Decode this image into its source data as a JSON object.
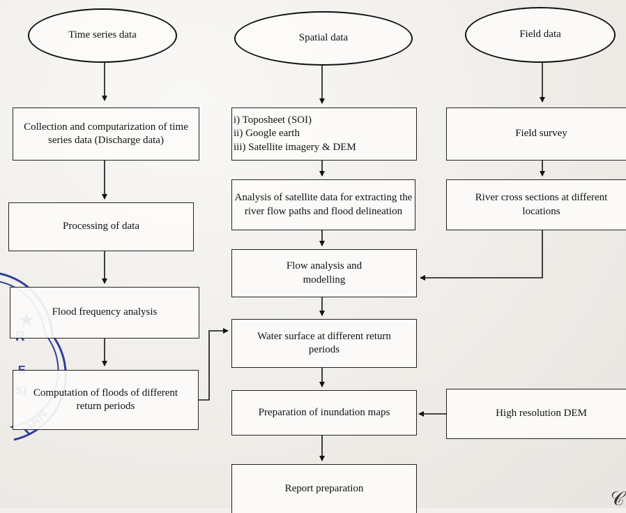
{
  "sources": {
    "time_series": "Time series data",
    "spatial": "Spatial data",
    "field": "Field data"
  },
  "left_column": {
    "collection": "Collection and computarization of time series data (Discharge data)",
    "processing": "Processing of data",
    "flood_frequency": "Flood frequency analysis",
    "computation": "Computation of floods of different return periods"
  },
  "middle_column": {
    "spatial_inputs": [
      "i) Toposheet (SOI)",
      "ii) Google earth",
      "iii) Satellite imagery & DEM"
    ],
    "analysis": "Analysis of satellite data for extracting the river flow paths and flood delineation",
    "flow_analysis": "Flow analysis and modelling",
    "water_surface": "Water surface at different return periods",
    "preparation": "Preparation of inundation maps",
    "report": "Report preparation"
  },
  "right_column": {
    "field_survey": "Field survey",
    "cross_sections": "River cross sections at different locations",
    "dem": "High resolution DEM"
  },
  "stamp": {
    "letters": [
      "R",
      "E",
      "S)",
      "HAN"
    ]
  },
  "colors": {
    "stamp": "#2b3f9a",
    "line": "#111111"
  }
}
